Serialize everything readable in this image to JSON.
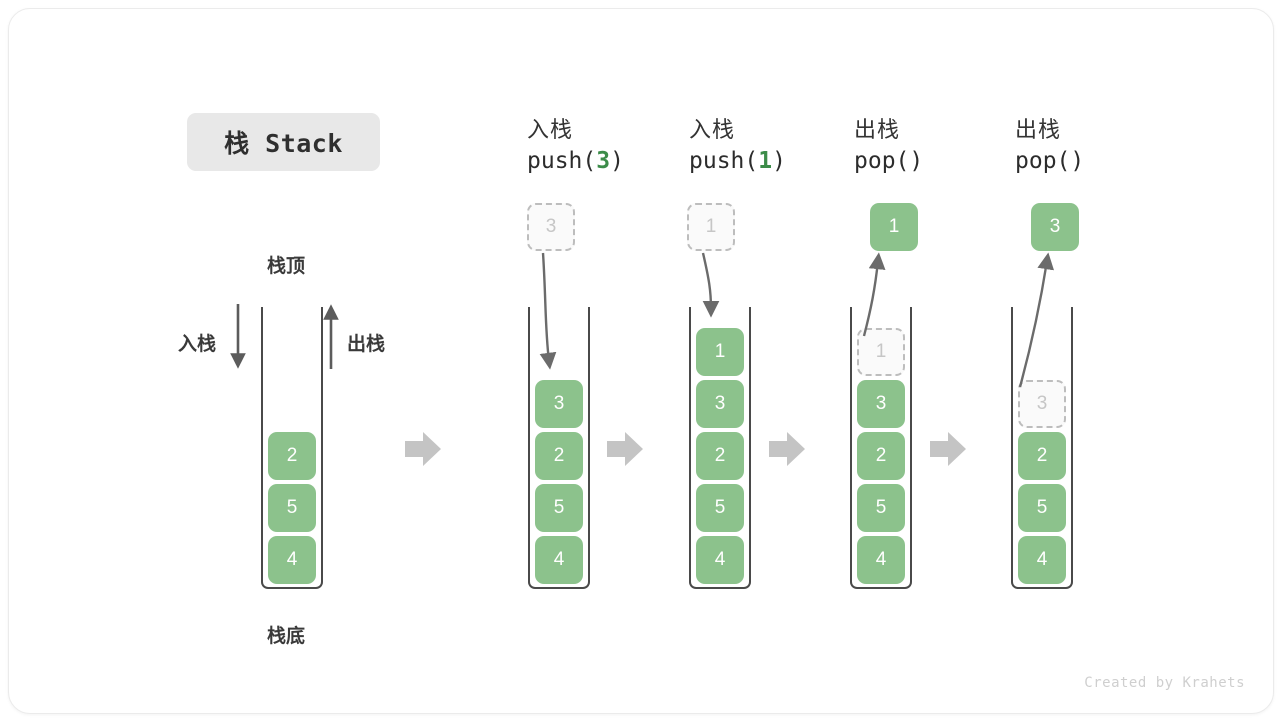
{
  "figure": {
    "title": "栈 Stack",
    "top_label": "栈顶",
    "bottom_label": "栈底",
    "push_label": "入栈",
    "pop_label": "出栈",
    "footer": "Created by Krahets",
    "colors": {
      "cell_green": "#8cc28c",
      "code_green": "#3c8c49",
      "ghost_border": "#bdbdbd",
      "ghost_text": "#c6c6c6",
      "wall": "#4a4a4a",
      "transition_arrow": "#c4c4c4",
      "badge_bg": "#e8e8e8"
    }
  },
  "steps": [
    {
      "id": "initial",
      "title_cn": "",
      "title_code": "",
      "code_prefix": "",
      "code_arg": "",
      "code_suffix": "",
      "stack": [
        "4",
        "5",
        "2"
      ],
      "ghost_top": null,
      "float_cell": null,
      "float_cell_style": null
    },
    {
      "id": "push-3",
      "title_cn": "入栈",
      "code_prefix": "push(",
      "code_arg": "3",
      "code_suffix": ")",
      "stack": [
        "4",
        "5",
        "2",
        "3"
      ],
      "ghost_top": null,
      "float_cell": "3",
      "float_cell_style": "ghost",
      "arrow_direction": "down"
    },
    {
      "id": "push-1",
      "title_cn": "入栈",
      "code_prefix": "push(",
      "code_arg": "1",
      "code_suffix": ")",
      "stack": [
        "4",
        "5",
        "2",
        "3",
        "1"
      ],
      "ghost_top": null,
      "float_cell": "1",
      "float_cell_style": "ghost",
      "arrow_direction": "down"
    },
    {
      "id": "pop-1",
      "title_cn": "出栈",
      "code_prefix": "pop(",
      "code_arg": "",
      "code_suffix": ")",
      "stack": [
        "4",
        "5",
        "2",
        "3"
      ],
      "ghost_top": "1",
      "float_cell": "1",
      "float_cell_style": "solid",
      "arrow_direction": "up"
    },
    {
      "id": "pop-3",
      "title_cn": "出栈",
      "code_prefix": "pop(",
      "code_arg": "",
      "code_suffix": ")",
      "stack": [
        "4",
        "5",
        "2"
      ],
      "ghost_top": "3",
      "float_cell": "3",
      "float_cell_style": "solid",
      "arrow_direction": "up"
    }
  ],
  "transitions": [
    "→",
    "→",
    "→",
    "→"
  ]
}
